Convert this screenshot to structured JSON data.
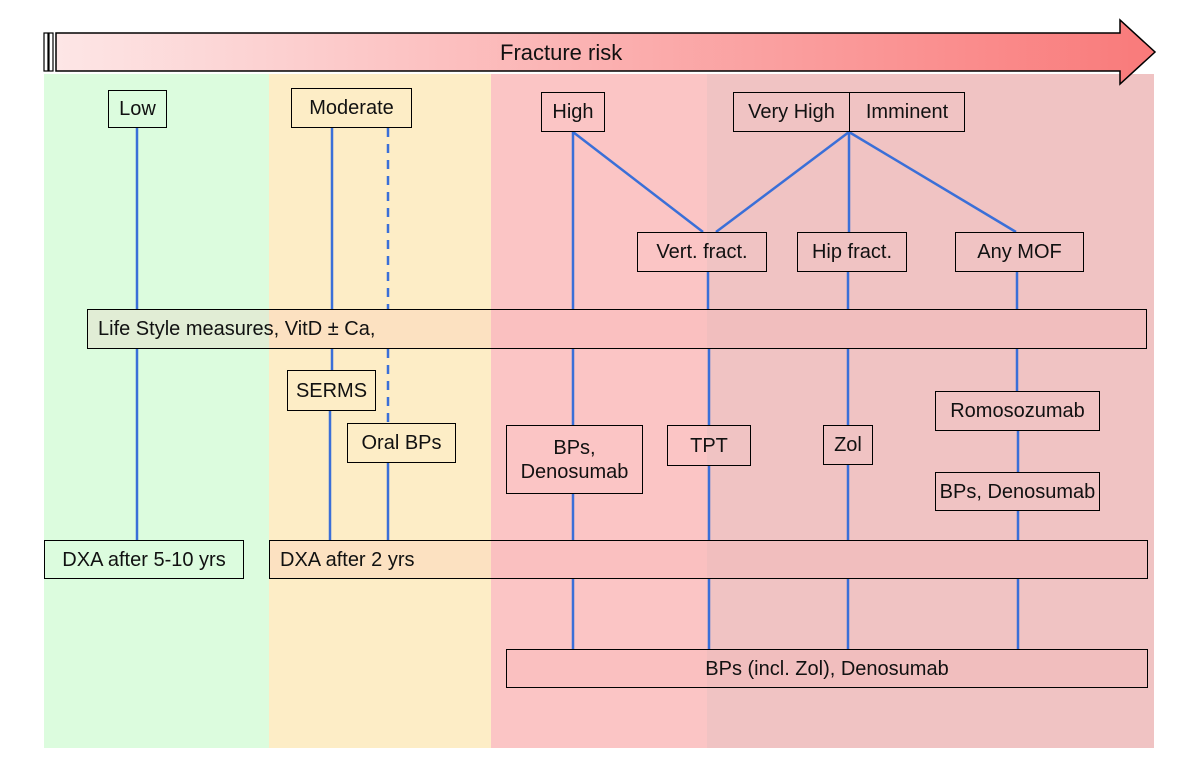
{
  "header": {
    "title": "Fracture risk"
  },
  "risk_levels": {
    "low": "Low",
    "moderate": "Moderate",
    "high": "High",
    "very_high": "Very High",
    "imminent": "Imminent"
  },
  "fracture_types": {
    "vertebral": "Vert. fract.",
    "hip": "Hip fract.",
    "any_mof": "Any MOF"
  },
  "measures": {
    "lifestyle": "Life Style measures, VitD ± Ca,"
  },
  "treatments": {
    "serms": "SERMS",
    "oral_bps": "Oral BPs",
    "bps_denosumab_line1": "BPs,",
    "bps_denosumab_line2": "Denosumab",
    "tpt": "TPT",
    "zol": "Zol",
    "romosozumab": "Romosozumab",
    "bps_denosumab_inline": "BPs, Denosumab",
    "maintenance": "BPs (incl. Zol), Denosumab"
  },
  "monitoring": {
    "dxa_low": "DXA after 5-10 yrs",
    "dxa_2yrs": "DXA after 2 yrs"
  },
  "colors": {
    "connector": "#3a6fd8",
    "zone_low": "#dcfcde",
    "zone_moderate": "#fdedc6",
    "zone_high": "#fbc5c5",
    "zone_very_high": "#f0c3c3",
    "arrow_start": "#fde4e4",
    "arrow_end": "#f97a7a"
  }
}
